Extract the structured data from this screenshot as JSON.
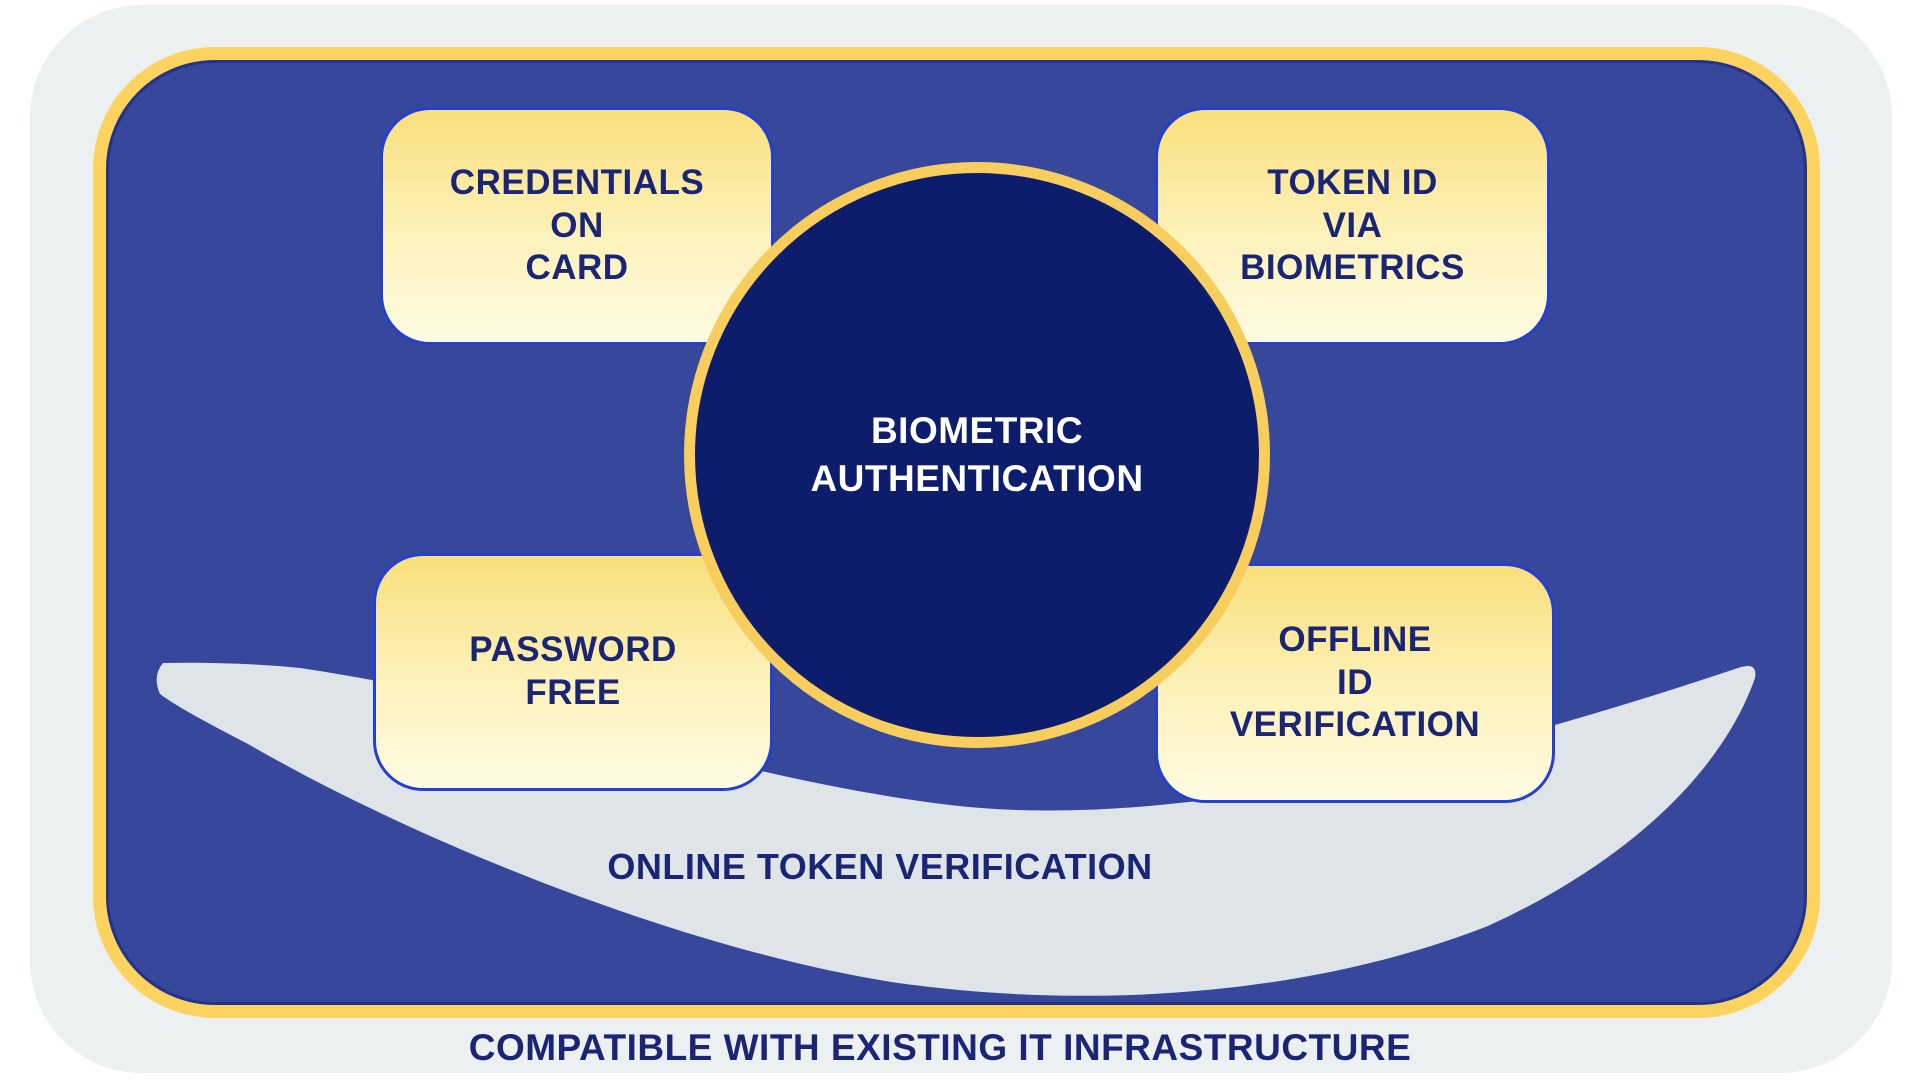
{
  "diagram": {
    "center_circle": {
      "lines": [
        "BIOMETRIC",
        "AUTHENTICATION"
      ]
    },
    "boxes": [
      {
        "id": "credentials-on-card",
        "lines": [
          "CREDENTIALS",
          "ON",
          "CARD"
        ]
      },
      {
        "id": "token-id-via-biometrics",
        "lines": [
          "TOKEN ID",
          "VIA",
          "BIOMETRICS"
        ]
      },
      {
        "id": "password-free",
        "lines": [
          "PASSWORD",
          "FREE"
        ]
      },
      {
        "id": "offline-id-verification",
        "lines": [
          "OFFLINE",
          "ID",
          "VERIFICATION"
        ]
      }
    ],
    "swoosh": {
      "label": "ONLINE TOKEN VERIFICATION"
    },
    "caption": {
      "text": "COMPATIBLE WITH EXISTING IT INFRASTRUCTURE"
    },
    "colors": {
      "page_background": "#ffffff",
      "outer_plate": "#edf0f0",
      "panel_fill": "#36479c",
      "panel_gold_border": "#fcd35f",
      "panel_inner_line": "#23328b",
      "feature_box_gradient_top": "#f9df7c",
      "feature_box_gradient_bottom": "#fffbe2",
      "feature_box_border": "#2440d0",
      "navy_text": "#1a2575",
      "circle_fill": "#0e1c6c",
      "circle_ring": "#f7cd5e",
      "circle_text": "#ffffff",
      "swoosh_fill": "#dee4e7"
    }
  }
}
